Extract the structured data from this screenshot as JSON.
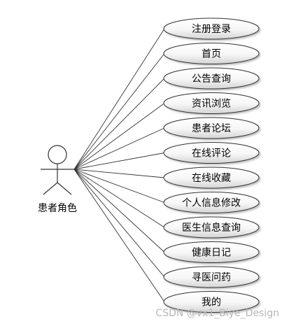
{
  "diagram": {
    "actor": {
      "label": "患者角色",
      "icon": "stick-figure-actor-icon"
    },
    "use_cases": [
      {
        "label": "注册登录"
      },
      {
        "label": "首页"
      },
      {
        "label": "公告查询"
      },
      {
        "label": "资讯浏览"
      },
      {
        "label": "患者论坛"
      },
      {
        "label": "在线评论"
      },
      {
        "label": "在线收藏"
      },
      {
        "label": "个人信息修改"
      },
      {
        "label": "医生信息查询"
      },
      {
        "label": "健康日记"
      },
      {
        "label": "寻医问药"
      },
      {
        "label": "我的"
      }
    ]
  },
  "watermark": {
    "text": "CSDN @vx1_Biye_Design"
  },
  "colors": {
    "ellipse_stroke": "#333333",
    "ellipse_fill_top": "#ffffff",
    "ellipse_fill_bottom": "#dcdcdc",
    "line": "#333333",
    "watermark": "#b8b8b8"
  }
}
